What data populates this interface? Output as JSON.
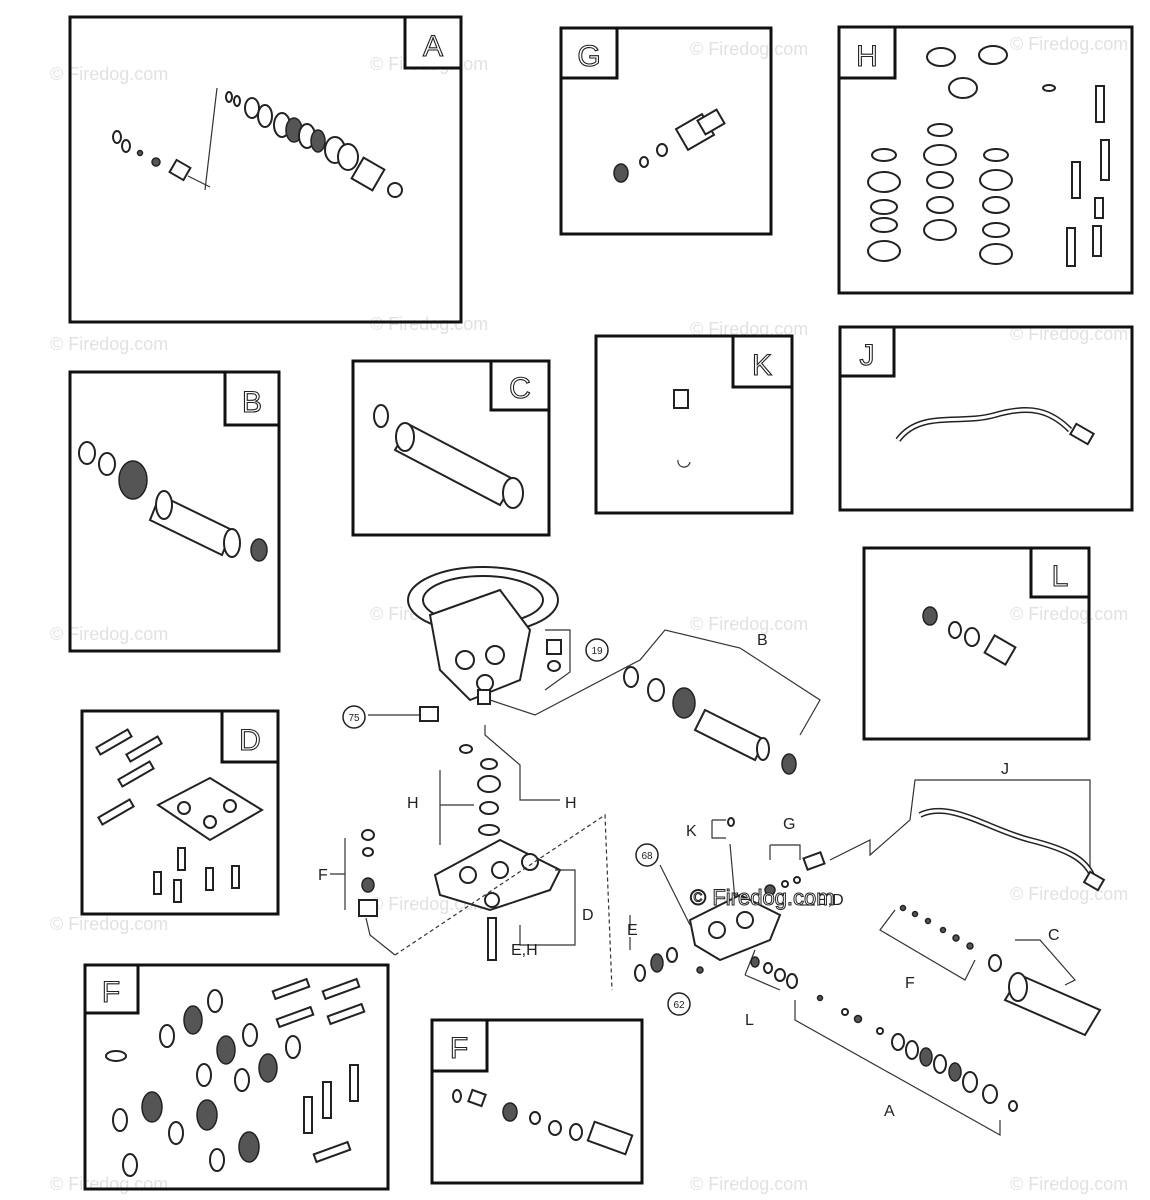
{
  "panels": [
    {
      "id": "A",
      "label": "A"
    },
    {
      "id": "G",
      "label": "G"
    },
    {
      "id": "H",
      "label": "H"
    },
    {
      "id": "B",
      "label": "B"
    },
    {
      "id": "C",
      "label": "C"
    },
    {
      "id": "K",
      "label": "K"
    },
    {
      "id": "J",
      "label": "J"
    },
    {
      "id": "L",
      "label": "L"
    },
    {
      "id": "D",
      "label": "D"
    },
    {
      "id": "F1",
      "label": "F"
    },
    {
      "id": "F2",
      "label": "F"
    }
  ],
  "callouts": {
    "c19": "19",
    "c75": "75",
    "c68": "68",
    "c62": "62"
  },
  "main_labels": {
    "B": "B",
    "H1": "H",
    "H2": "H",
    "F_left": "F",
    "D": "D",
    "EH": "E,H",
    "K": "K",
    "G": "G",
    "ED": "E,D",
    "E": "E",
    "L": "L",
    "F_right": "F",
    "C": "C",
    "A": "A",
    "J": "J"
  },
  "brand": "© Firedog.com",
  "watermark": "© Firedog.com"
}
